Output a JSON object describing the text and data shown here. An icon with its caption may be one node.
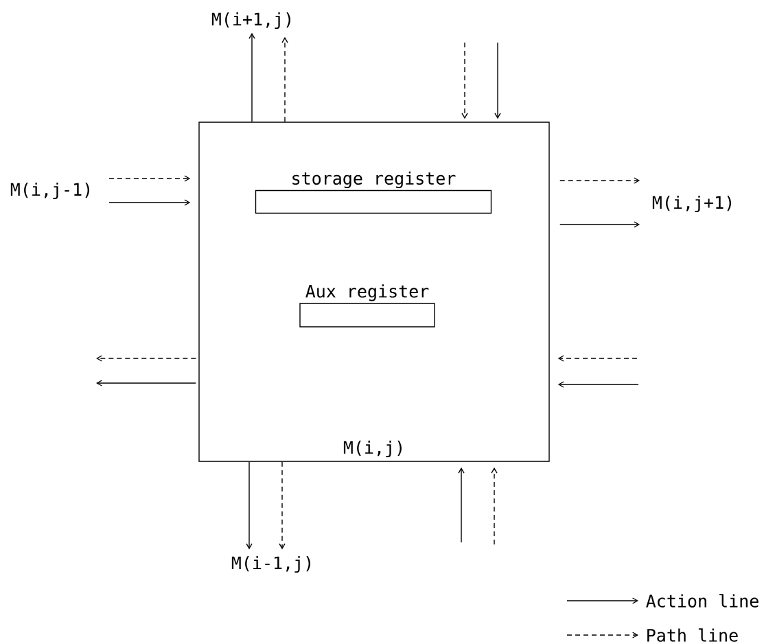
{
  "diagram": {
    "nodes": [
      {
        "text": [
          "M(i,j)"
        ]
      },
      {
        "text": [
          "storage register"
        ],
        "in": 0
      },
      {
        "text": [
          "Aux register"
        ],
        "in": 0
      },
      {
        "text": [
          "M(i+1,j)"
        ]
      },
      {
        "text": [
          "M(i,j-1)"
        ]
      },
      {
        "text": [
          "M(i,j+1)"
        ]
      },
      {
        "text": [
          "M(i-1,j)"
        ]
      }
    ],
    "edges": [
      {
        "from": 0,
        "to": 3,
        "arrow": "to"
      },
      {
        "from": 0,
        "to": 3,
        "arrow": "to",
        "style": "dashed"
      },
      {
        "from": null,
        "to": 0,
        "arrow": "to",
        "style": "dashed"
      },
      {
        "from": null,
        "to": 0,
        "arrow": "to"
      },
      {
        "from": 4,
        "to": 0,
        "arrow": "to",
        "style": "dashed"
      },
      {
        "from": 4,
        "to": 0,
        "arrow": "to"
      },
      {
        "from": 0,
        "to": 5,
        "arrow": "to",
        "style": "dashed"
      },
      {
        "from": 0,
        "to": 5,
        "arrow": "to"
      },
      {
        "from": 0,
        "to": null,
        "arrow": "to",
        "style": "dashed"
      },
      {
        "from": 0,
        "to": null,
        "arrow": "to"
      },
      {
        "from": null,
        "to": 0,
        "arrow": "to",
        "style": "dashed"
      },
      {
        "from": null,
        "to": 0,
        "arrow": "to"
      },
      {
        "from": 0,
        "to": 6,
        "arrow": "to"
      },
      {
        "from": 0,
        "to": 6,
        "arrow": "to",
        "style": "dashed"
      },
      {
        "from": null,
        "to": 0,
        "arrow": "to"
      },
      {
        "from": null,
        "to": 0,
        "arrow": "to",
        "style": "dashed"
      }
    ],
    "legend": [
      {
        "text": "Action line"
      },
      {
        "text": "Path line"
      }
    ]
  }
}
